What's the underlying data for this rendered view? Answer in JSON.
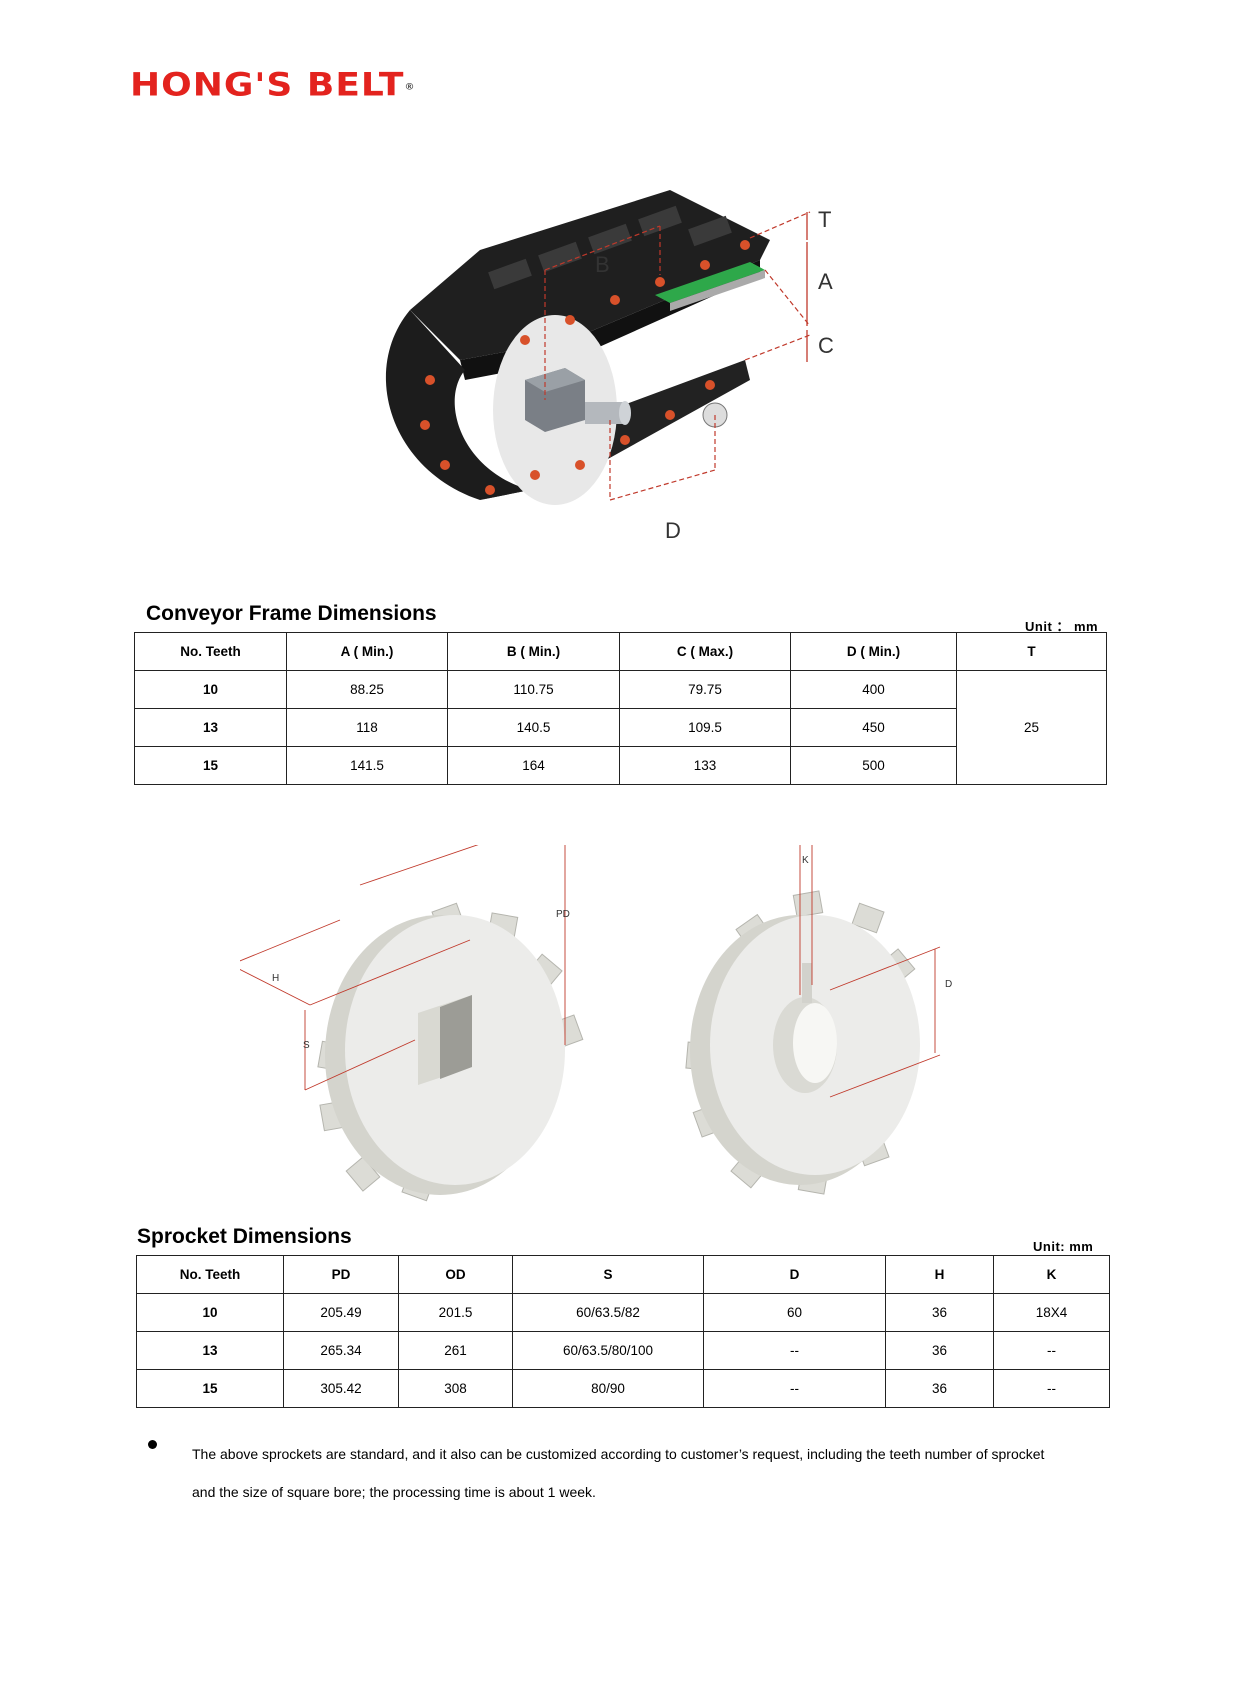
{
  "brand": {
    "logo_text": "HONG'S BELT",
    "registered_mark": "®",
    "logo_color": "#e3231e"
  },
  "frame_figure": {
    "labels": [
      "T",
      "A",
      "C",
      "B",
      "D"
    ]
  },
  "conveyor": {
    "title": "Conveyor Frame Dimensions",
    "unit": "Unit ： mm",
    "headers": [
      "No. Teeth",
      "A ( Min.)",
      "B ( Min.)",
      "C ( Max.)",
      "D ( Min.)",
      "T"
    ],
    "rows": [
      [
        "10",
        "88.25",
        "110.75",
        "79.75",
        "400"
      ],
      [
        "13",
        "118",
        "140.5",
        "109.5",
        "450"
      ],
      [
        "15",
        "141.5",
        "164",
        "133",
        "500"
      ]
    ],
    "t_value": "25"
  },
  "sprocket_figure": {
    "left_labels": [
      "PD",
      "H",
      "S"
    ],
    "right_labels": [
      "K",
      "D"
    ]
  },
  "sprocket": {
    "title": "Sprocket Dimensions",
    "unit": "Unit: mm",
    "headers": [
      "No. Teeth",
      "PD",
      "OD",
      "S",
      "D",
      "H",
      "K"
    ],
    "rows": [
      [
        "10",
        "205.49",
        "201.5",
        "60/63.5/82",
        "60",
        "36",
        "18X4"
      ],
      [
        "13",
        "265.34",
        "261",
        "60/63.5/80/100",
        "--",
        "36",
        "--"
      ],
      [
        "15",
        "305.42",
        "308",
        "80/90",
        "--",
        "36",
        "--"
      ]
    ]
  },
  "note": {
    "line1": "The above sprockets are standard, and it also can be customized according to customer’s request, including the teeth number of sprocket",
    "line2": "and the size of square bore; the processing time is about 1 week."
  }
}
